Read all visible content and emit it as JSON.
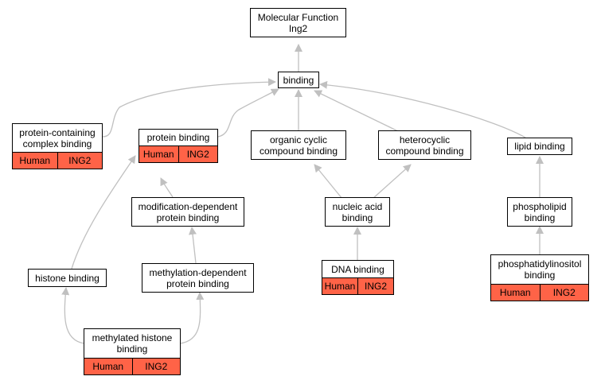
{
  "nodes": {
    "mf": {
      "label": "Molecular Function\nIng2"
    },
    "binding": {
      "label": "binding"
    },
    "pccb": {
      "label": "protein-containing\ncomplex binding",
      "species": "Human",
      "gene": "ING2"
    },
    "protein": {
      "label": "protein binding",
      "species": "Human",
      "gene": "ING2"
    },
    "organic": {
      "label": "organic cyclic\ncompound binding"
    },
    "hetero": {
      "label": "heterocyclic\ncompound binding"
    },
    "lipid": {
      "label": "lipid binding"
    },
    "moddep": {
      "label": "modification-dependent\nprotein binding"
    },
    "nucleic": {
      "label": "nucleic acid\nbinding"
    },
    "phospholipid": {
      "label": "phospholipid\nbinding"
    },
    "histone": {
      "label": "histone binding"
    },
    "methdep": {
      "label": "methylation-dependent\nprotein binding"
    },
    "dna": {
      "label": "DNA binding",
      "species": "Human",
      "gene": "ING2"
    },
    "ptdins": {
      "label": "phosphatidylinositol\nbinding",
      "species": "Human",
      "gene": "ING2"
    },
    "methhist": {
      "label": "methylated histone\nbinding",
      "species": "Human",
      "gene": "ING2"
    }
  },
  "colors": {
    "annotation": "#ff6347",
    "edge": "#c0c0c0"
  }
}
